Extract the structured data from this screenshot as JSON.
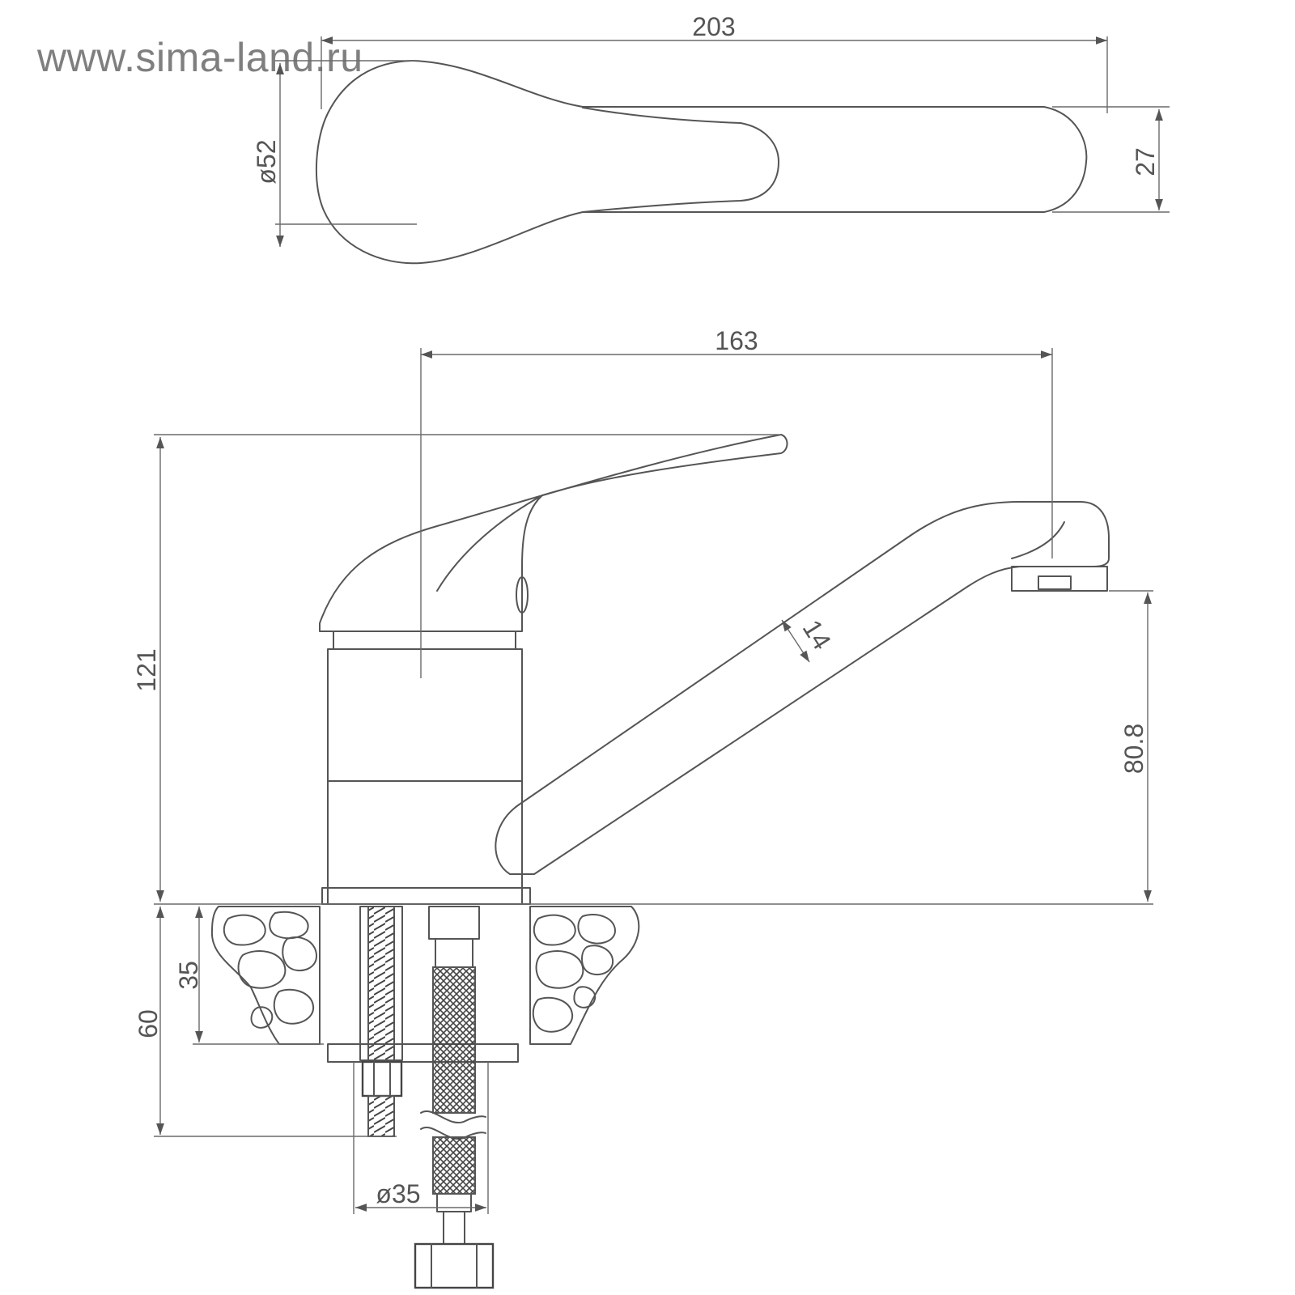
{
  "watermark": "www.sima-land.ru",
  "top_view": {
    "width_label": "203",
    "diameter_label": "ø52",
    "lever_width_label": "27"
  },
  "side_view": {
    "reach_label": "163",
    "height_label": "121",
    "spout_height_label": "80.8",
    "spout_diameter_label": "14",
    "counter_thickness_label": "35",
    "under_counter_label": "60",
    "hole_diameter_label": "ø35"
  }
}
